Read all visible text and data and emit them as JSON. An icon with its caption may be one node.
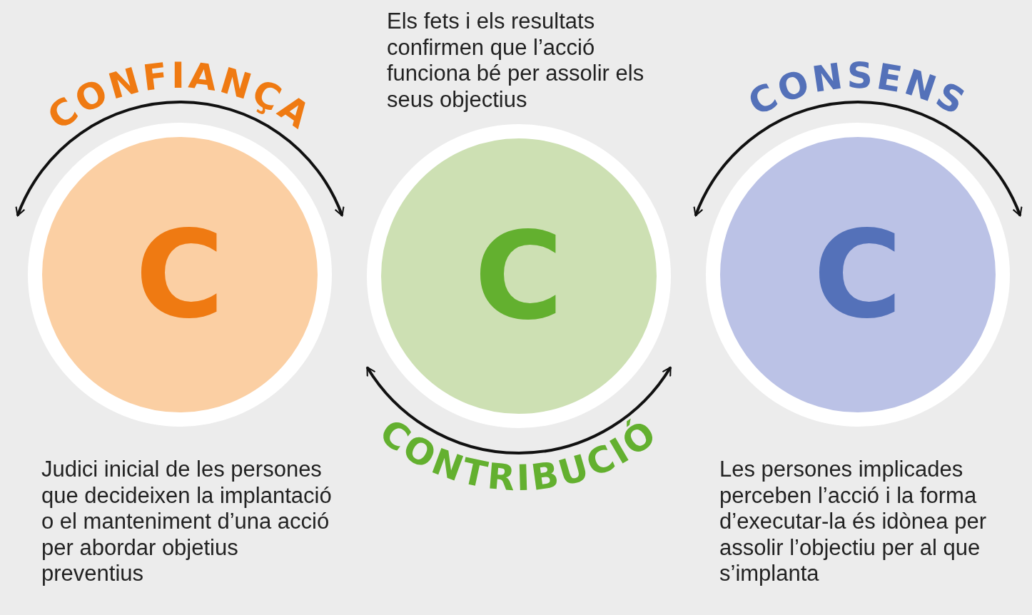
{
  "diagram": {
    "nodes": [
      {
        "text": [
          "C"
        ],
        "beside": [
          "CONFIANÇA",
          "Judici inicial de les persones que decideixen la implantació o el manteniment d’una acció per abordar objetius preventius"
        ]
      },
      {
        "text": [
          "C"
        ],
        "beside": [
          "Els fets i els resultats confirmen que l’acció funciona bé per assolir els seus objectius",
          "CONTRIBUCIÓ"
        ]
      },
      {
        "text": [
          "C"
        ],
        "beside": [
          "CONSENS",
          "Les persones implicades perceben l’acció i la forma d’executar-la és idònea per assolir l’objectiu per al que s’implanta"
        ]
      }
    ],
    "edges": [
      {
        "from": 0,
        "to": 0,
        "arrow": "both"
      },
      {
        "from": 1,
        "to": 1,
        "arrow": "both"
      },
      {
        "from": 2,
        "to": 2,
        "arrow": "both"
      }
    ]
  }
}
